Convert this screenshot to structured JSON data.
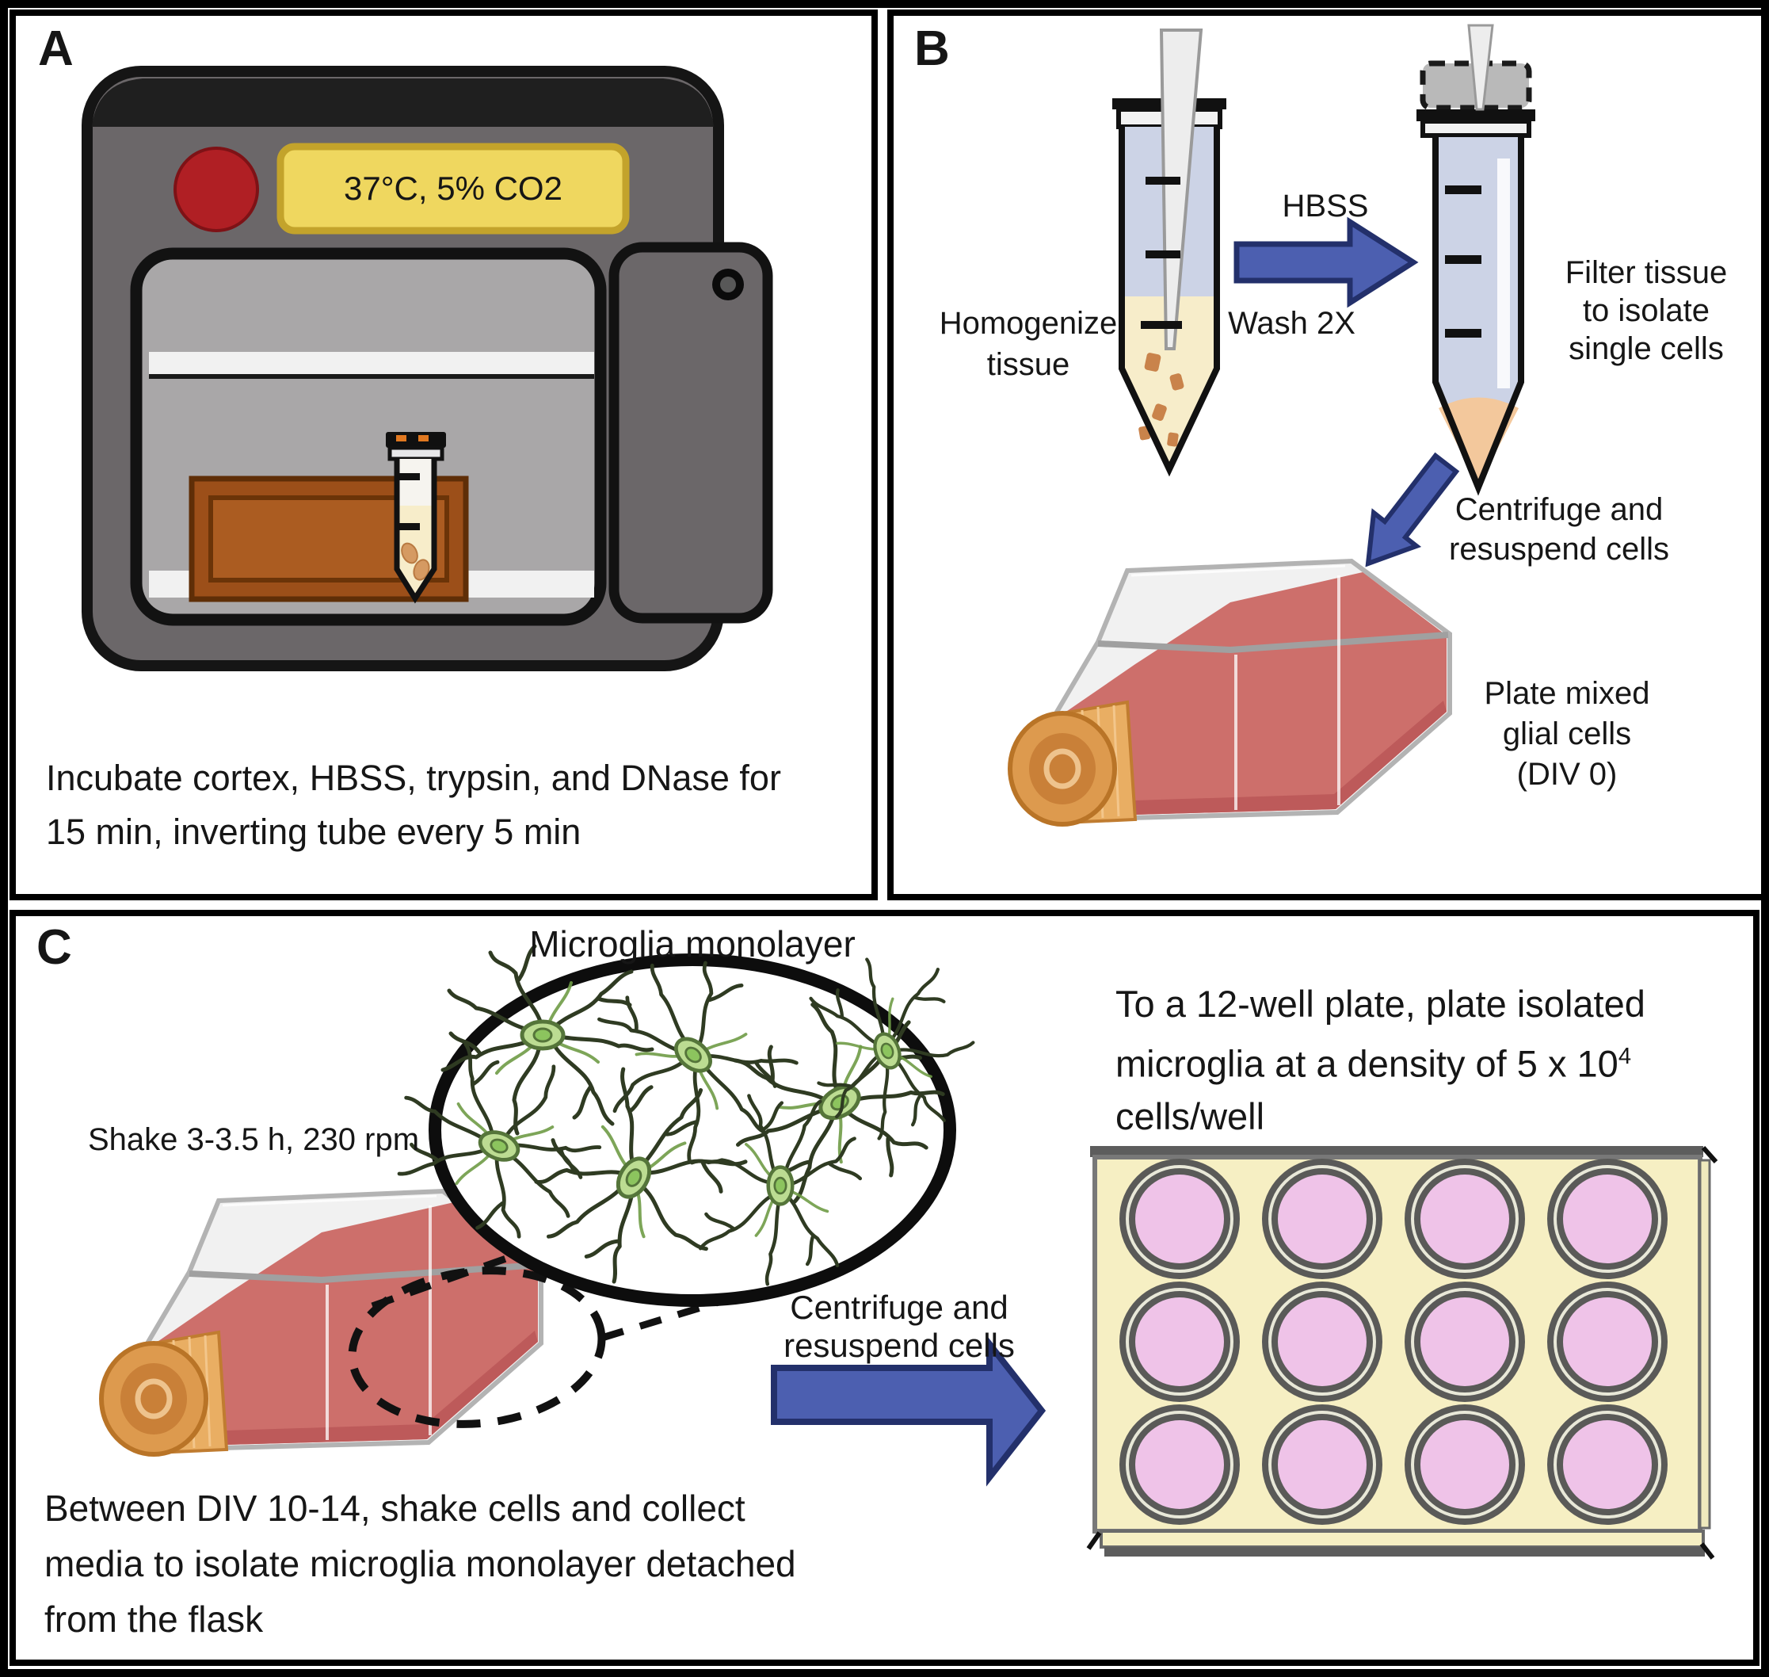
{
  "figure_title": "Microglia isolation protocol schematic",
  "panels": {
    "a": {
      "label": "A",
      "incubator_display": "37°C, 5% CO2",
      "caption_line1": "Incubate cortex, HBSS, trypsin, and DNase for",
      "caption_line2": "15 min, inverting tube every 5 min"
    },
    "b": {
      "label": "B",
      "tube1_label_line1": "Homogenize",
      "tube1_label_line2": "tissue",
      "arrow1_label_top": "HBSS",
      "arrow1_label_bottom": "Wash 2X",
      "tube2_label_line1": "Filter tissue",
      "tube2_label_line2": "to isolate",
      "tube2_label_line3": "single cells",
      "arrow2_label_line1": "Centrifuge and",
      "arrow2_label_line2": "resuspend cells",
      "flask_label_line1": "Plate mixed",
      "flask_label_line2": "glial cells",
      "flask_label_line3": "(DIV 0)"
    },
    "c": {
      "label": "C",
      "title": "Microglia monolayer",
      "shake_label": "Shake 3-3.5 h, 230 rpm",
      "arrow_label_line1": "Centrifuge and",
      "arrow_label_line2": "resuspend cells",
      "density_line1": "To a 12-well plate, plate isolated",
      "density_line2_pre": "microglia at a density of 5 x 10",
      "density_line2_sup": "4",
      "density_line3": "cells/well",
      "caption_line1": "Between DIV 10-14, shake cells and collect",
      "caption_line2": "media to isolate microglia monolayer detached",
      "caption_line3": "from the flask"
    }
  },
  "colors": {
    "arrow_blue": "#4c5fb0",
    "arrow_border": "#23306b",
    "display_yellow": "#efd75f",
    "display_border": "#c3a32b",
    "alert_red": "#b01f24",
    "incubator_dark": "#6b6769",
    "incubator_door": "#a9a7a8",
    "shelf_white": "#f1f1f1",
    "rack_brown": "#9c4f19",
    "rack_brown_light": "#ab5c21",
    "media_red": "#cd6f6b",
    "media_red_dark": "#bd5a5a",
    "cap_orange": "#dd9a4e",
    "cap_orange_dark": "#c98038",
    "glass_gray": "#f1f1f1",
    "glass_border": "#b3b3b3",
    "tube_blue": "#ccd3e6",
    "tube_liquid_yellow": "#f7edca",
    "pellet_orange": "#f3c89c",
    "tissue_brown": "#c9834b",
    "plate_cream": "#f6efc3",
    "plate_edge_gray": "#5d5d5d",
    "well_pink": "#efc3e8",
    "well_ring": "#5a5a58",
    "microglia_green": "#bcdc92"
  }
}
